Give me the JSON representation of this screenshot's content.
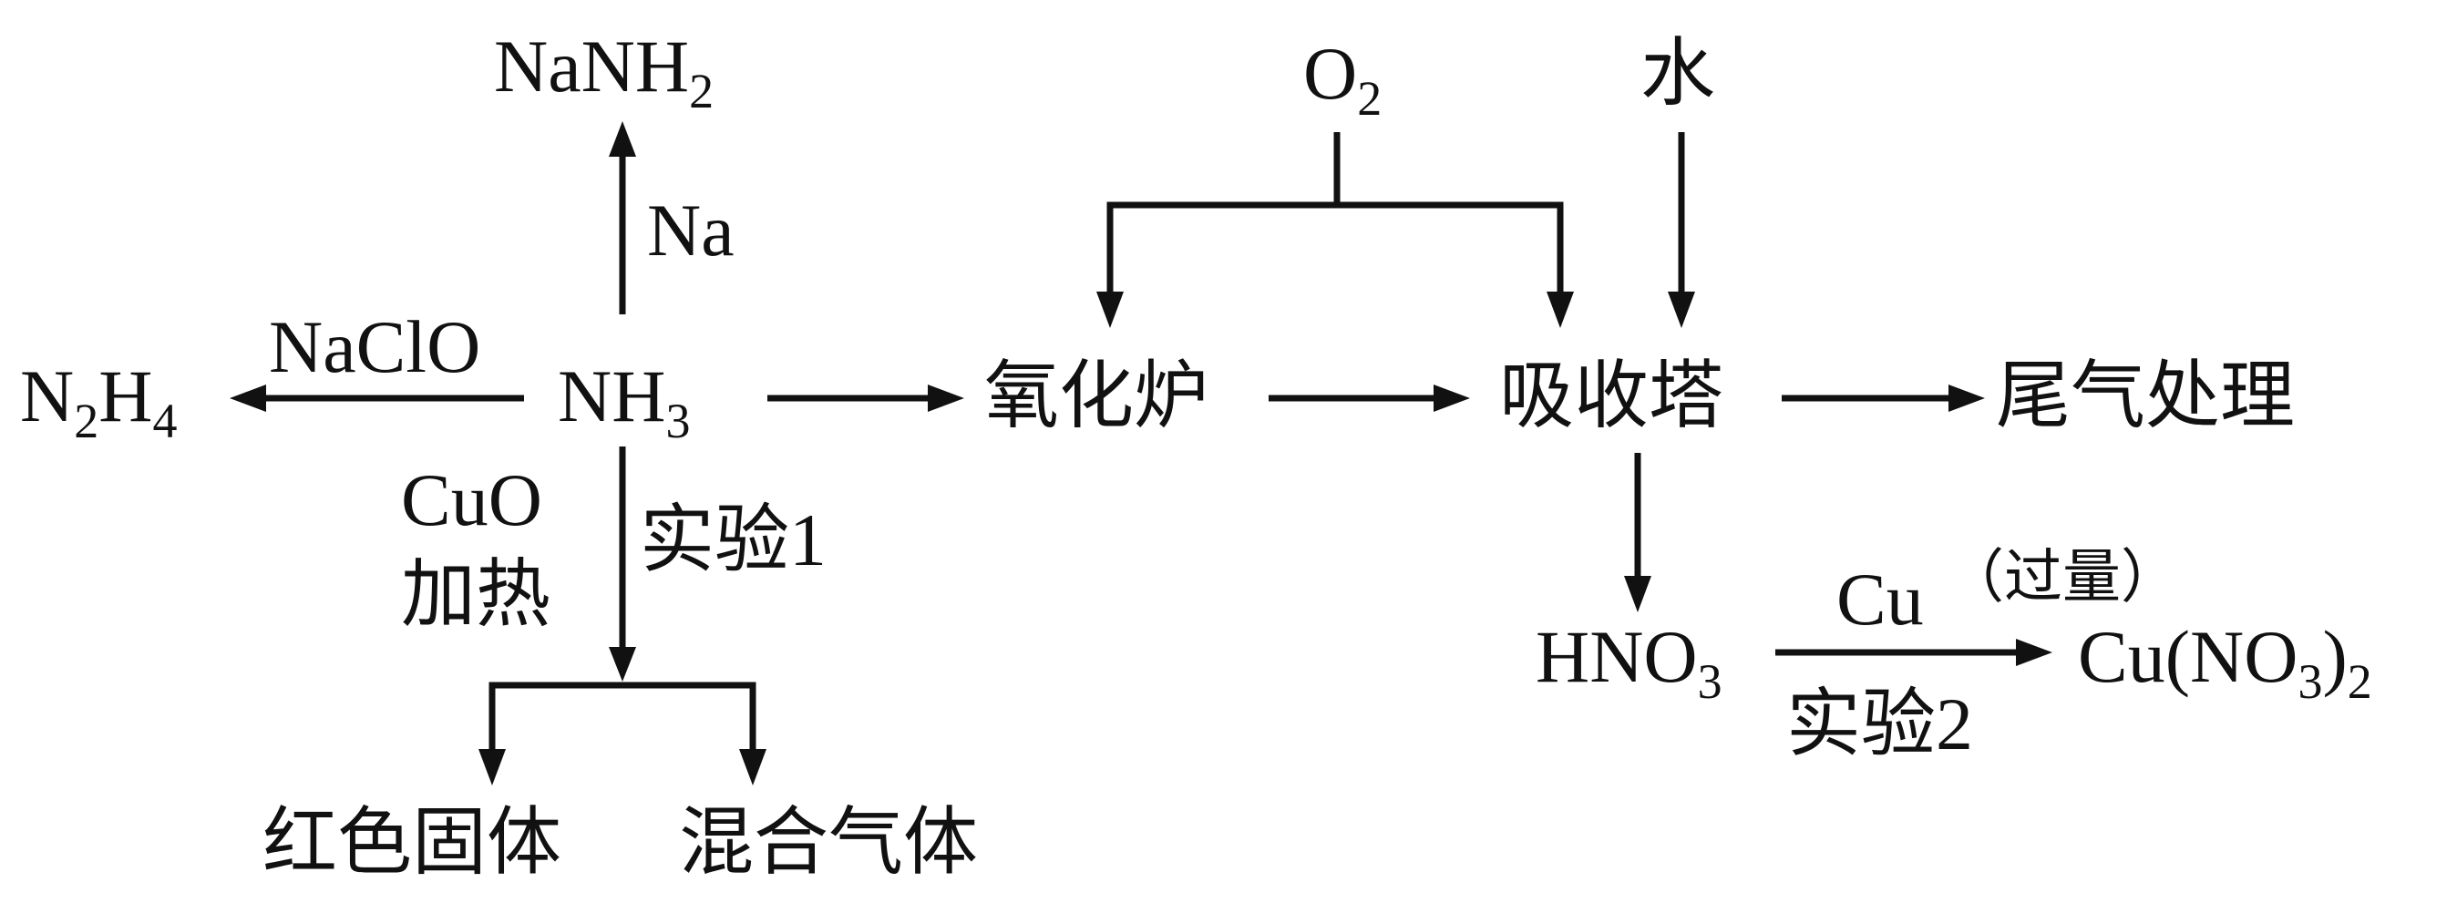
{
  "labels": {
    "nanh2": "NaNH",
    "nanh2_sub": "2",
    "na": "Na",
    "naclo": "NaClO",
    "n2h4_n": "N",
    "n2h4_sub1": "2",
    "n2h4_h": "H",
    "n2h4_sub2": "4",
    "nh3": "NH",
    "nh3_sub": "3",
    "cuo": "CuO",
    "heat": "加热",
    "exp1": "实验1",
    "red_solid": "红色固体",
    "mixed_gas": "混合气体",
    "o2": "O",
    "o2_sub": "2",
    "water": "水",
    "oxidation_furnace": "氧化炉",
    "absorption_tower": "吸收塔",
    "tail_gas": "尾气处理",
    "hno3": "HNO",
    "hno3_sub": "3",
    "cu": "Cu",
    "excess": "（过量）",
    "exp2": "实验2",
    "cuno3_a": "Cu(NO",
    "cuno3_sub": "3",
    "cuno3_b": ")",
    "cuno3_sub2": "2"
  }
}
